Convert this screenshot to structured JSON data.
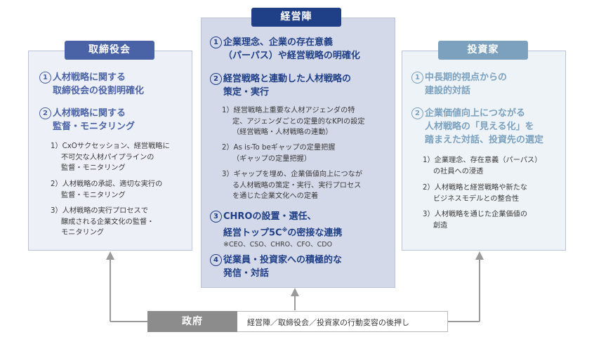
{
  "board": {
    "label": "取締役会",
    "items": [
      {
        "num": "1",
        "line1": "人材戦略に関する",
        "line2": "取締役会の役割明確化"
      },
      {
        "num": "2",
        "line1": "人材戦略に関する",
        "line2": "監督・モニタリング"
      }
    ],
    "subitems": [
      {
        "line1": "1）CxOサクセッション、経営戦略に",
        "line2": "不可欠な人材パイプラインの",
        "line3": "監督・モニタリング"
      },
      {
        "line1": "2）人材戦略の承認、適切な実行の",
        "line2": "監督・モニタリング"
      },
      {
        "line1": "3）人材戦略の実行プロセスで",
        "line2": "醸成される企業文化の監督・",
        "line3": "モニタリング"
      }
    ]
  },
  "management": {
    "label": "経営陣",
    "items": [
      {
        "num": "1",
        "line1": "企業理念、企業の存在意義",
        "line2": "（パーパス）や経営戦略の明確化"
      },
      {
        "num": "2",
        "line1": "経営戦略と連動した人材戦略の",
        "line2": "策定・実行"
      },
      {
        "num": "3",
        "line1": "CHROの設置・選任、",
        "line2": "経営トップ5C",
        "sup": "※",
        "line2b": "の密接な連携"
      },
      {
        "num": "4",
        "line1": "従業員・投資家への積極的な",
        "line2": "発信・対話"
      }
    ],
    "subitems": [
      {
        "line1": "1）経営戦略上重要な人材アジェンダの特",
        "line2": "定、アジェンダごとの定量的なKPIの設定",
        "line3": "（経営戦略・人材戦略の連動）"
      },
      {
        "line1": "2）As is-To beギャップの定量把握",
        "line2": "（ギャップの定量把握）"
      },
      {
        "line1": "3）ギャップを埋め、企業価値向上につなが",
        "line2": "る人材戦略の策定・実行、実行プロセス",
        "line3": "を通じた企業文化への定着"
      }
    ],
    "footnote": "※CEO、CSO、CHRO、CFO、CDO"
  },
  "investor": {
    "label": "投資家",
    "items": [
      {
        "num": "1",
        "line1": "中長期的視点からの",
        "line2": "建設的対話"
      },
      {
        "num": "2",
        "line1": "企業価値向上につながる",
        "line2": "人材戦略の「見える化」を",
        "line3": "踏まえた対話、投資先の選定"
      }
    ],
    "subitems": [
      {
        "line1": "1）企業理念、存在意義（パーパス）",
        "line2": "の社員への浸透"
      },
      {
        "line1": "2）人材戦略と経営戦略や新たな",
        "line2": "ビジネスモデルとの整合性"
      },
      {
        "line1": "3）人材戦略を通じた企業価値の",
        "line2": "創造"
      }
    ]
  },
  "government": {
    "label": "政府",
    "description": "経営陣／取締役会／投資家の行動変容の後押し"
  },
  "colors": {
    "board_accent": "#4a63a6",
    "board_panel": "#eef0f8",
    "mgmt_accent": "#1f3f86",
    "mgmt_panel": "#d4d9e9",
    "investor_accent": "#7ba1bf",
    "investor_panel": "#eef3f7",
    "gov_accent": "#8c8c8c",
    "arrow": "#9a9a9a"
  },
  "icons": {
    "arrow": "arrow-up-icon",
    "number": "circled-number-icon"
  }
}
